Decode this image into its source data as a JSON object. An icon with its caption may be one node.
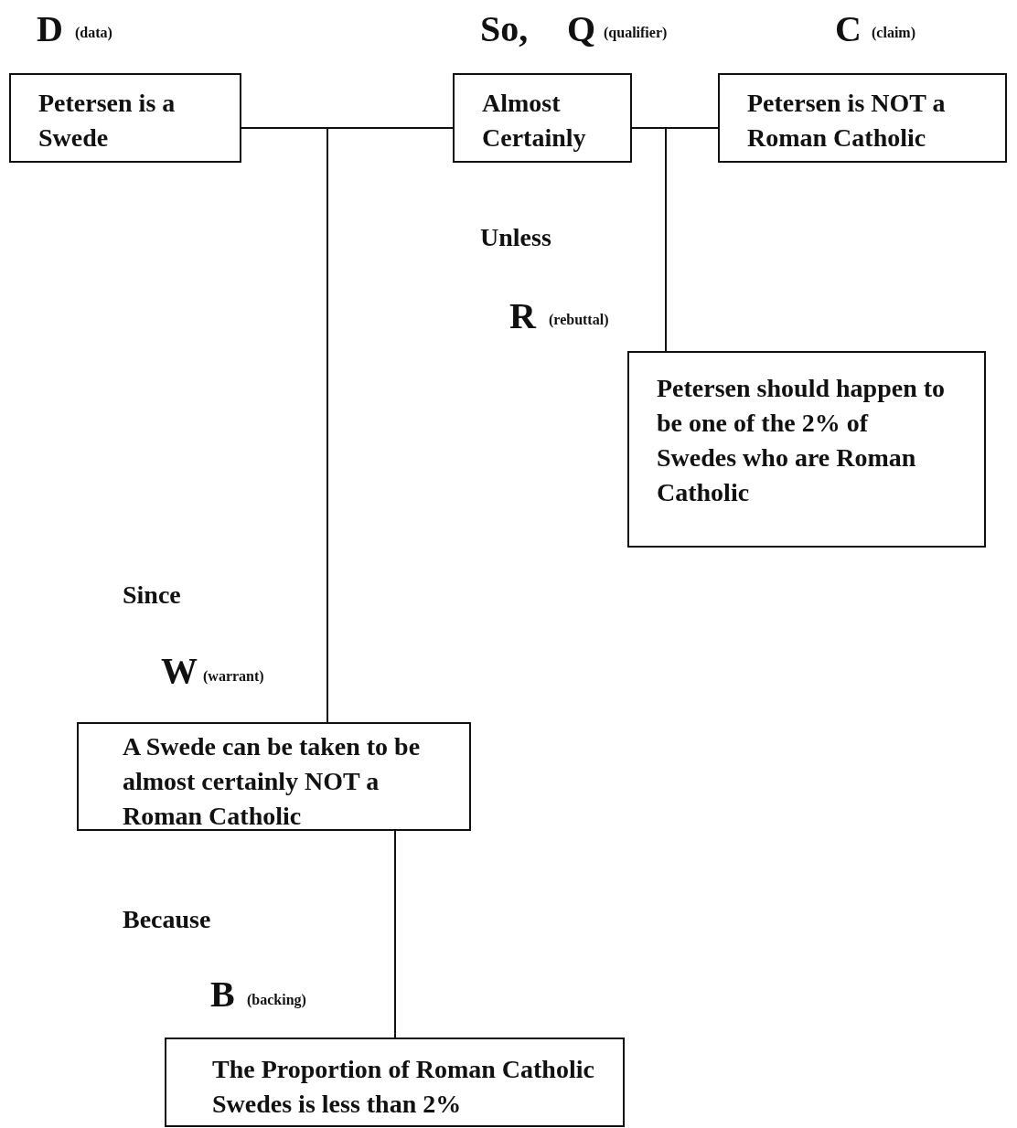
{
  "diagram": {
    "nodes": [
      {
        "text": [
          "Petersen is a Swede"
        ]
      },
      {
        "text": [
          "Almost Certainly"
        ]
      },
      {
        "text": [
          "Petersen is NOT a Roman Catholic"
        ]
      },
      {
        "text": [
          "Petersen should happen to be one of the 2% of Swedes who are Roman Catholic"
        ]
      },
      {
        "text": [
          "A Swede can be taken to be almost certainly NOT a Roman Catholic"
        ]
      },
      {
        "text": [
          "The Proportion of Roman Catholic Swedes is less than 2%"
        ]
      }
    ],
    "edges": [
      {
        "from": 0,
        "to": 1,
        "arrow": "none"
      },
      {
        "from": 1,
        "to": 2,
        "arrow": "none"
      },
      {
        "from": 4,
        "to": null,
        "arrow": "none"
      },
      {
        "from": 3,
        "to": null,
        "arrow": "none"
      },
      {
        "from": 5,
        "to": 4,
        "arrow": "none"
      }
    ],
    "labels": [
      "D",
      "(data)",
      "So,",
      "Q",
      "(qualifier)",
      "C",
      "(claim)",
      "Unless",
      "R",
      "(rebuttal)",
      "Since",
      "W",
      "(warrant)",
      "Because",
      "B",
      "(backing)"
    ]
  }
}
